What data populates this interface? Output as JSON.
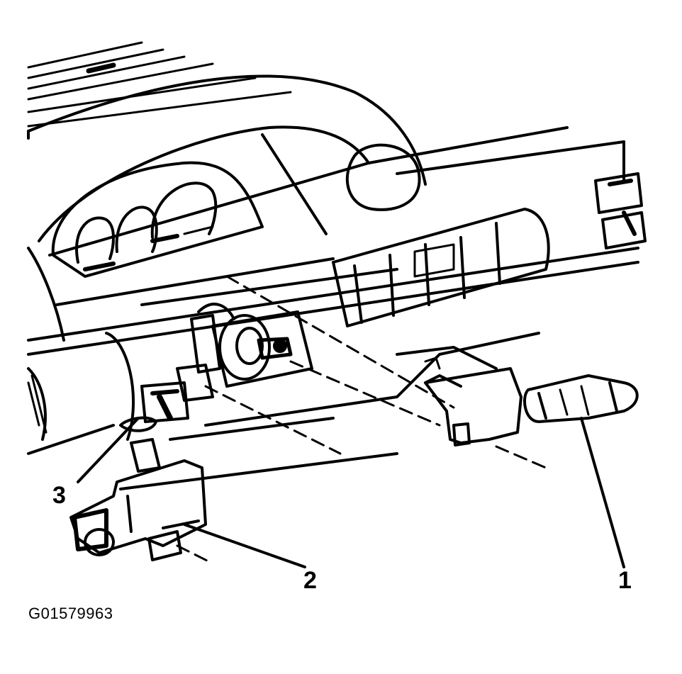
{
  "diagram": {
    "figure_id": "G01579963",
    "callouts": [
      {
        "label": "1",
        "component": "switch-assembly-right"
      },
      {
        "label": "2",
        "component": "switch-assembly-left"
      },
      {
        "label": "3",
        "component": "connector"
      }
    ],
    "colors": {
      "line": "#000000",
      "background": "#ffffff"
    }
  }
}
